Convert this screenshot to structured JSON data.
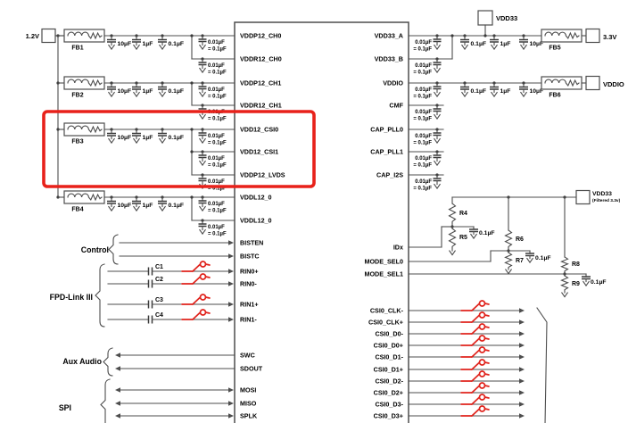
{
  "schematic": {
    "colors": {
      "wire": "#4d4d4d",
      "highlight_red": "#e8211a",
      "diffpair_red": "#e0231c"
    },
    "ic": {
      "left_pins": [
        "VDDP12_CH0",
        "VDDR12_CH0",
        "VDDP12_CH1",
        "VDDR12_CH1",
        "VDD12_CSI0",
        "VDD12_CSI1",
        "VDDP12_LVDS",
        "VDDL12_0",
        "VDDL12_0",
        "BISTEN",
        "BISTC",
        "RIN0+",
        "RIN0-",
        "RIN1+",
        "RIN1-",
        "SWC",
        "SDOUT",
        "MOSI",
        "MISO",
        "SPLK"
      ],
      "right_pins": [
        "VDD33_A",
        "VDD33_B",
        "VDDIO",
        "CMF",
        "CAP_PLL0",
        "CAP_PLL1",
        "CAP_I2S",
        "IDx",
        "MODE_SEL0",
        "MODE_SEL1",
        "CSI0_CLK-",
        "CSI0_CLK+",
        "CSI0_D0-",
        "CSI0_D0+",
        "CSI0_D1-",
        "CSI0_D1+",
        "CSI0_D2-",
        "CSI0_D2+",
        "CSI0_D3-",
        "CSI0_D3+"
      ]
    },
    "left_rail": {
      "input": "1.2V",
      "beads": [
        "FB1",
        "FB2",
        "FB3",
        "FB4"
      ],
      "bulk_caps": [
        "10µF",
        "1µF",
        "0.1µF"
      ]
    },
    "right_rail": {
      "vdd33_net": "VDD33",
      "v33": "3.3V",
      "vddio_net": "VDDIO",
      "beads": [
        "FB5",
        "FB6"
      ],
      "bulk_caps": [
        "0.1µF",
        "1µF",
        "10µF"
      ]
    },
    "pair": {
      "top": "0.01µF",
      "bottom": "= 0.1µF"
    },
    "strap": {
      "net": "VDD33",
      "net_sub": "(Filtered 3.3v)",
      "resistors": [
        "R4",
        "R5",
        "R6",
        "R7",
        "R8",
        "R9"
      ],
      "cap": "0.1µF"
    },
    "groups": {
      "control": "Control",
      "fpd": "FPD-Link III",
      "aux": "Aux Audio",
      "spi": "SPI"
    },
    "series_caps": [
      "C1",
      "C2",
      "C3",
      "C4"
    ]
  }
}
